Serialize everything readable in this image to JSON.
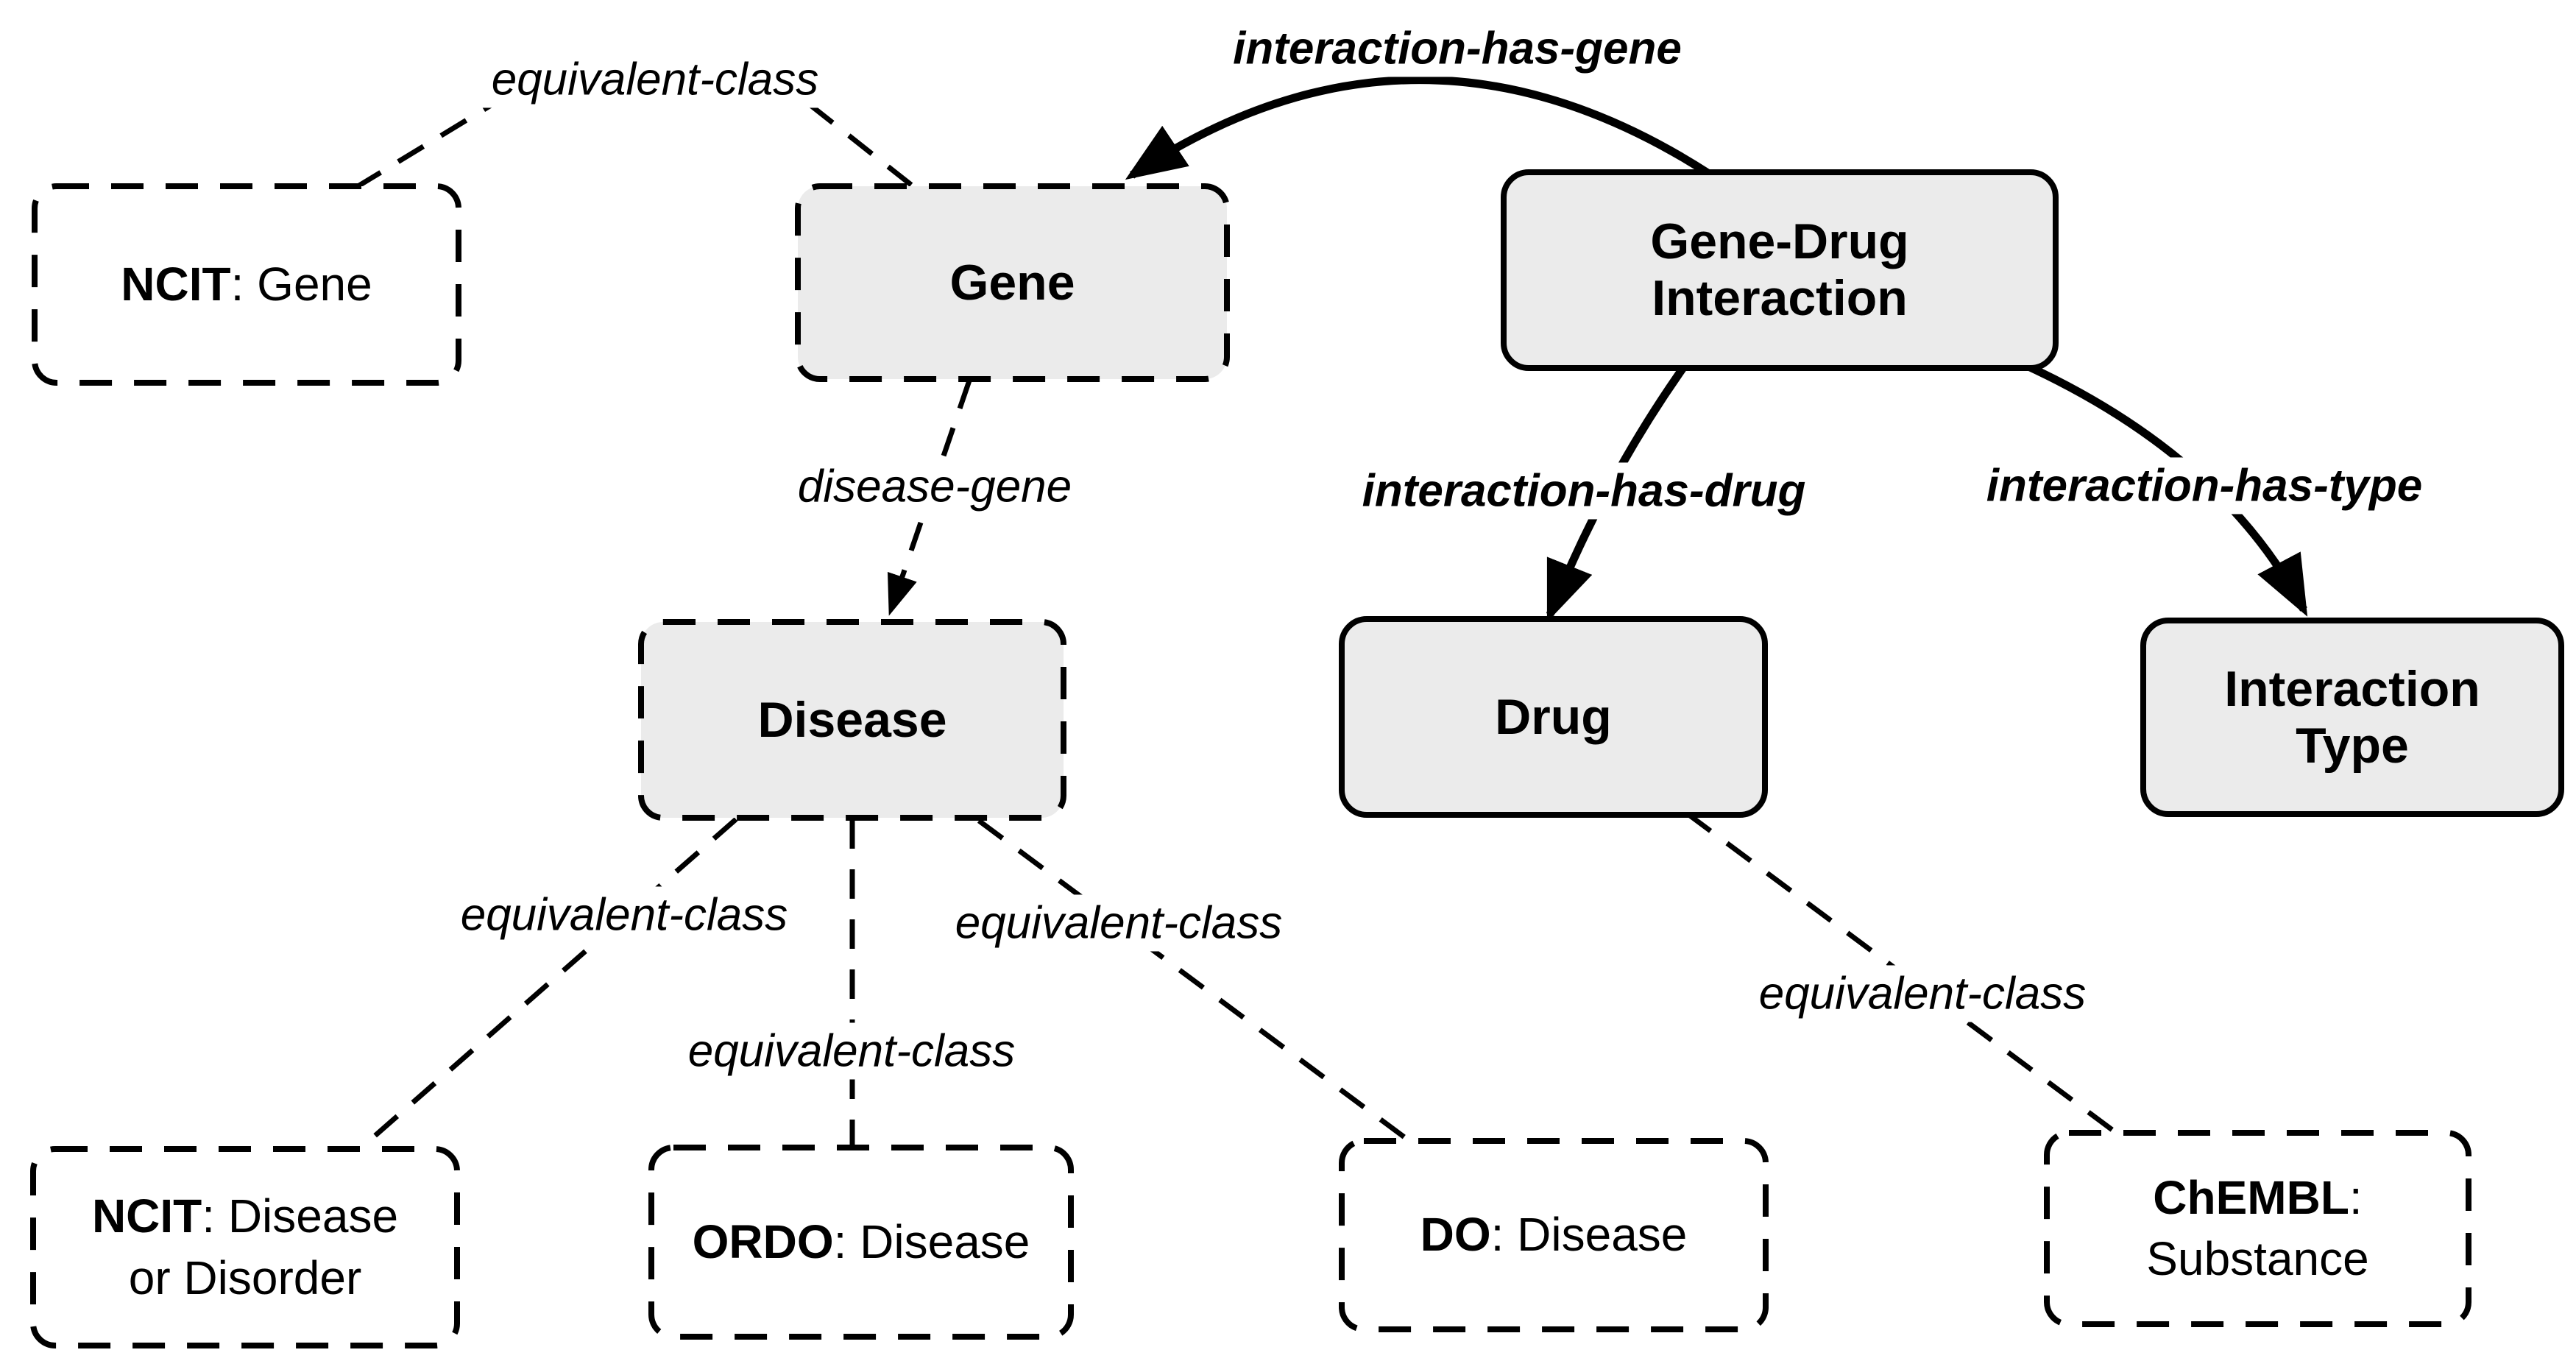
{
  "nodes": {
    "gene": {
      "label": "Gene"
    },
    "gene_drug_interaction": {
      "line1": "Gene-Drug",
      "line2": "Interaction"
    },
    "disease": {
      "label": "Disease"
    },
    "drug": {
      "label": "Drug"
    },
    "interaction_type": {
      "line1": "Interaction",
      "line2": "Type"
    },
    "ncit_gene": {
      "prefix": "NCIT",
      "rest": ": Gene"
    },
    "ncit_disease": {
      "prefix": "NCIT",
      "rest": ": Disease",
      "line2": "or Disorder"
    },
    "ordo_disease": {
      "prefix": "ORDO",
      "rest": ": Disease"
    },
    "do_disease": {
      "prefix": "DO",
      "rest": ": Disease"
    },
    "chembl_substance": {
      "prefix": "ChEMBL",
      "rest": ":",
      "line2": "Substance"
    }
  },
  "edge_labels": {
    "equivalent_class_gene": "equivalent-class",
    "interaction_has_gene": "interaction-has-gene",
    "disease_gene": "disease-gene",
    "interaction_has_drug": "interaction-has-drug",
    "interaction_has_type": "interaction-has-type",
    "equivalent_class_ncit_disease": "equivalent-class",
    "equivalent_class_ordo": "equivalent-class",
    "equivalent_class_do": "equivalent-class",
    "equivalent_class_chembl": "equivalent-class"
  },
  "colors": {
    "node_fill": "#ebebeb",
    "reference_fill": "#ffffff",
    "line": "#000000",
    "background": "#ffffff"
  }
}
